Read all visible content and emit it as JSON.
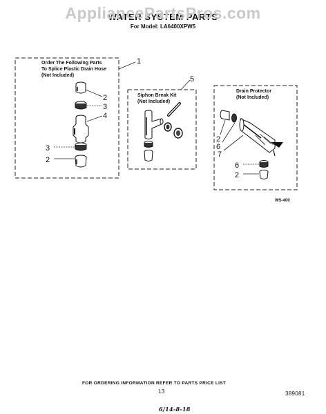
{
  "header": {
    "watermark": "AppliancePartsPros.com",
    "title": "WATER SYSTEM PARTS",
    "subtitle": "For Model: LA6400XPW5"
  },
  "groups": {
    "splice": {
      "label_line1": "Order The Following Parts",
      "label_line2": "To Splice Plastic Drain Hose",
      "label_line3": "(Not Included)",
      "callout": "1"
    },
    "siphon": {
      "label_line1": "Siphon Break Kit",
      "label_line2": "(Not Included)",
      "callout": "5"
    },
    "drain": {
      "label_line1": "Drain Protector",
      "label_line2": "(Not Included)"
    }
  },
  "callouts": {
    "splice_2_top": "2",
    "splice_3_top": "3",
    "splice_4": "4",
    "splice_3_bottom": "3",
    "splice_2_bottom": "2",
    "drain_2_top": "2",
    "drain_6_top": "6",
    "drain_7": "7",
    "drain_6_bottom": "6",
    "drain_2_bottom": "2"
  },
  "figure_code": "WS-400",
  "footer": {
    "ordering_text": "FOR ORDERING INFORMATION REFER TO PARTS PRICE LIST",
    "page_number": "13",
    "part_number": "389081",
    "handwritten_date": "6/14-8-18"
  }
}
